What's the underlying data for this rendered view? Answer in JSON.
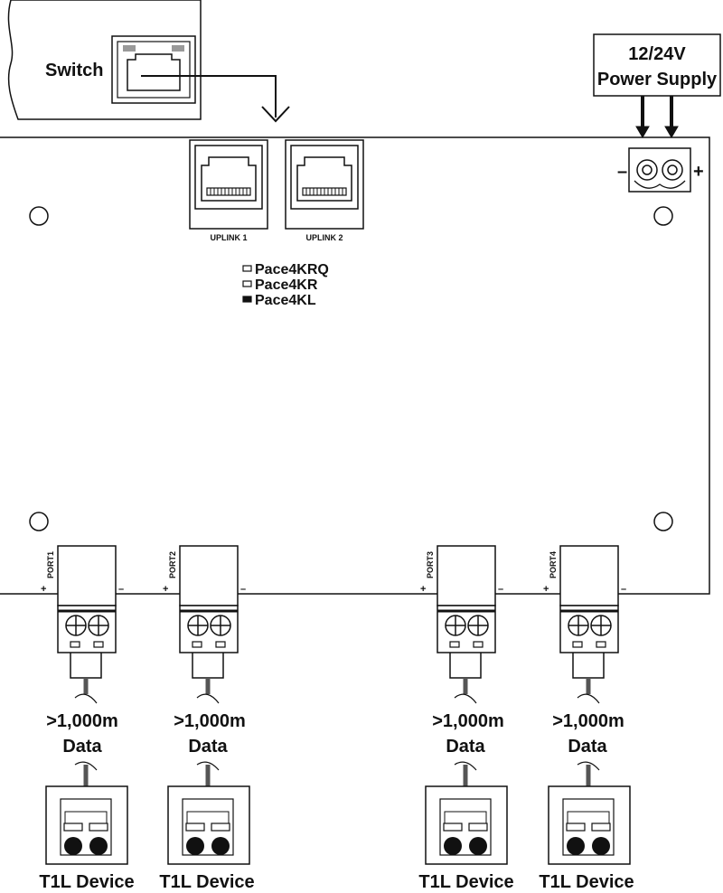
{
  "switch": {
    "label": "Switch"
  },
  "power_supply": {
    "line1": "12/24V",
    "line2": "Power Supply",
    "minus": "–",
    "plus": "+"
  },
  "uplinks": [
    {
      "label": "UPLINK 1"
    },
    {
      "label": "UPLINK 2"
    }
  ],
  "models": [
    {
      "label": "Pace4KRQ",
      "marker": "outline"
    },
    {
      "label": "Pace4KR",
      "marker": "outline"
    },
    {
      "label": "Pace4KL",
      "marker": "filled"
    }
  ],
  "ports": [
    {
      "label": "PORT1",
      "plus": "+",
      "minus": "–",
      "distance": ">1,000m",
      "data_label": "Data",
      "device": "T1L Device"
    },
    {
      "label": "PORT2",
      "plus": "+",
      "minus": "–",
      "distance": ">1,000m",
      "data_label": "Data",
      "device": "T1L Device"
    },
    {
      "label": "PORT3",
      "plus": "+",
      "minus": "–",
      "distance": ">1,000m",
      "data_label": "Data",
      "device": "T1L Device"
    },
    {
      "label": "PORT4",
      "plus": "+",
      "minus": "–",
      "distance": ">1,000m",
      "data_label": "Data",
      "device": "T1L Device"
    }
  ],
  "colors": {
    "stroke": "#111111",
    "cable": "#555555",
    "led": "#999999"
  }
}
